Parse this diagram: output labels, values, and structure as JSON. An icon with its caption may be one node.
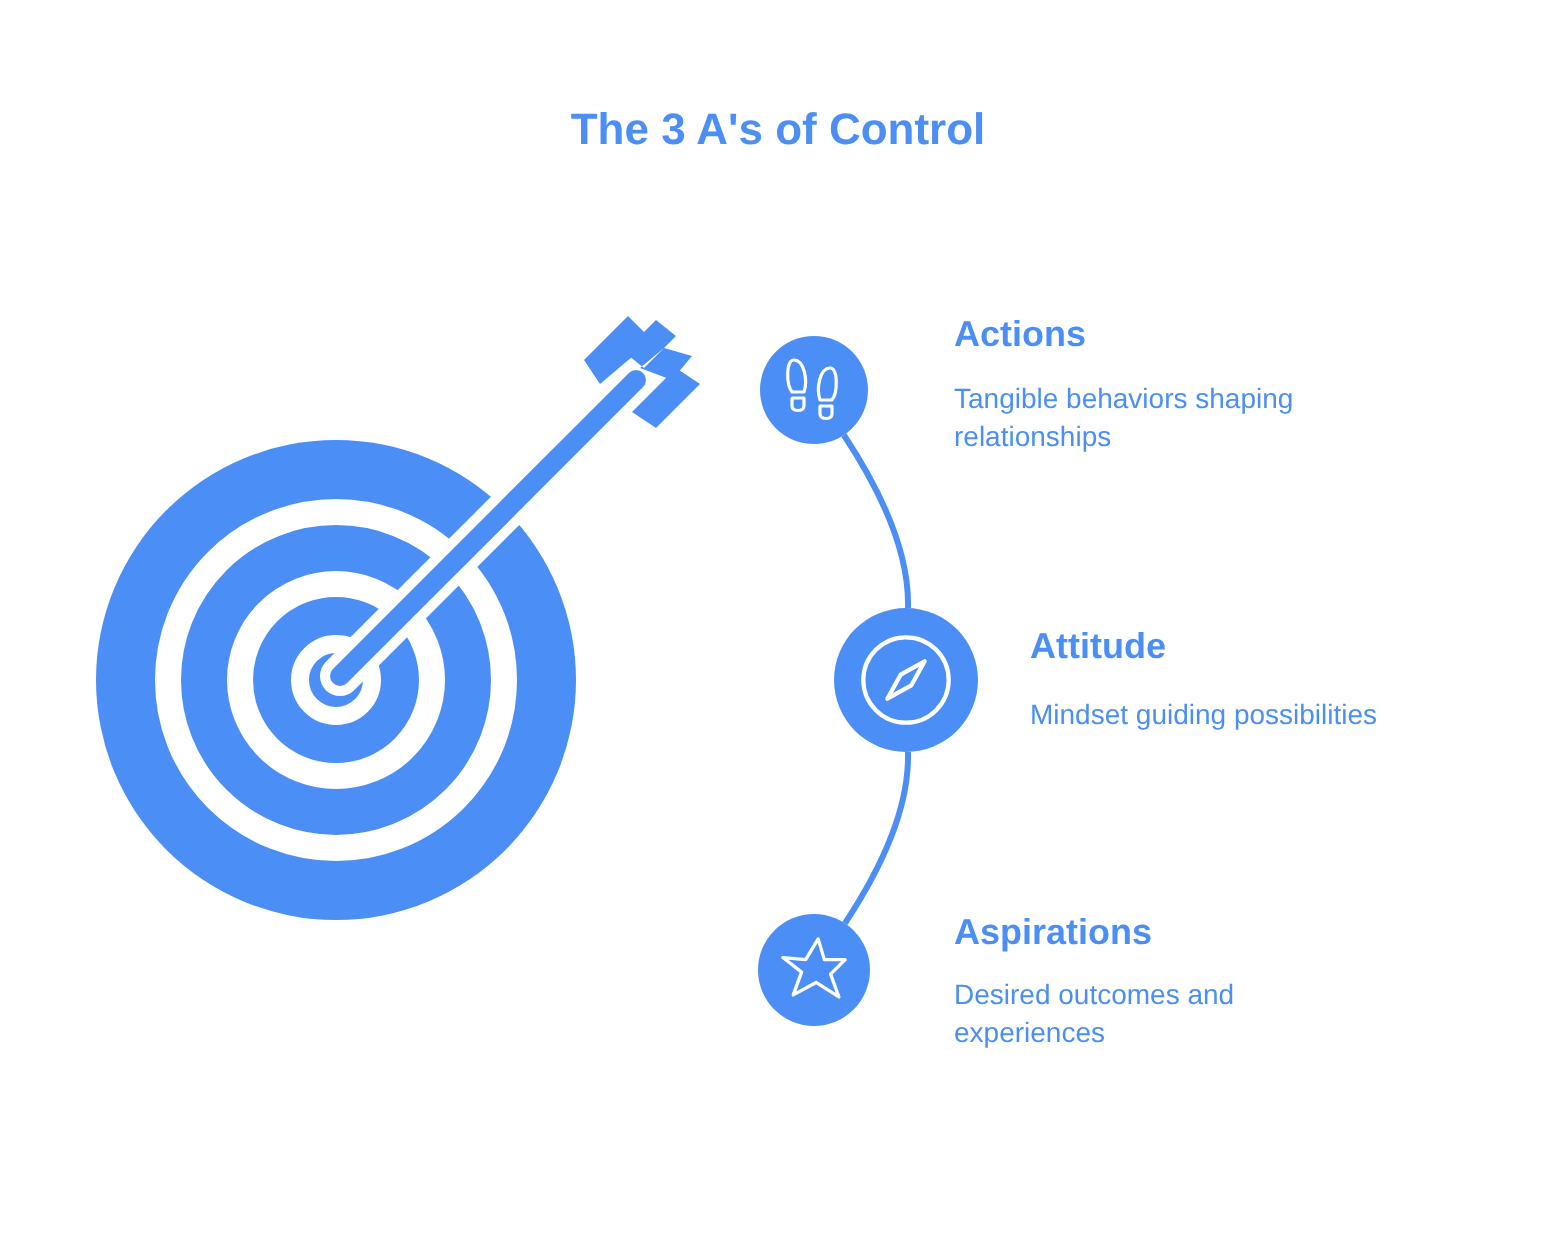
{
  "diagram": {
    "title": "The 3 A's of Control",
    "nodes": [
      {
        "text": [
          "Actions",
          "Tangible behaviors shaping relationships"
        ]
      },
      {
        "text": [
          "Attitude",
          "Mindset guiding possibilities"
        ]
      },
      {
        "text": [
          "Aspirations",
          "Desired outcomes and experiences"
        ]
      }
    ],
    "edges": [
      {
        "from": 0,
        "to": 1,
        "arrow": "none"
      },
      {
        "from": 1,
        "to": 2,
        "arrow": "none"
      }
    ]
  }
}
